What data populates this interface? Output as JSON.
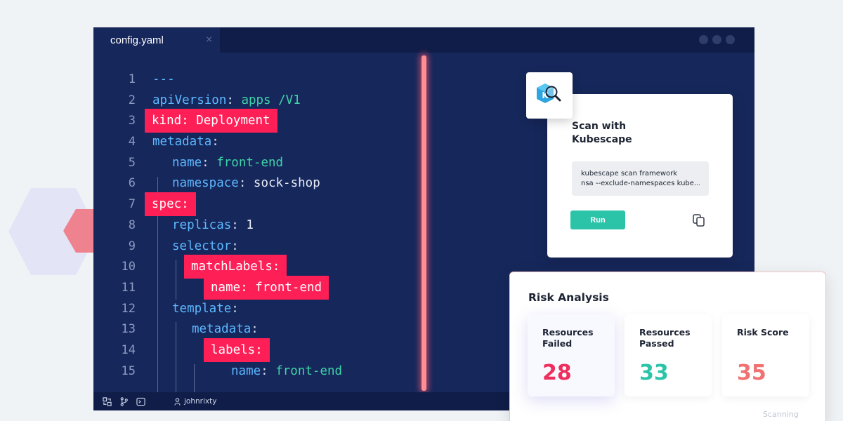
{
  "editor": {
    "tab_title": "config.yaml",
    "close_glyph": "×",
    "lines": [
      {
        "n": "1",
        "indent": 0,
        "hl": false,
        "parts": [
          {
            "t": "---",
            "c": "k"
          }
        ]
      },
      {
        "n": "2",
        "indent": 0,
        "hl": false,
        "parts": [
          {
            "t": "apiVersion",
            "c": "k"
          },
          {
            "t": ": ",
            "c": "p"
          },
          {
            "t": "apps /V1",
            "c": "v"
          }
        ]
      },
      {
        "n": "3",
        "indent": 0,
        "hl": true,
        "parts": [
          {
            "t": "kind",
            "c": "k"
          },
          {
            "t": ": ",
            "c": "p"
          },
          {
            "t": "Deployment",
            "c": "k"
          }
        ]
      },
      {
        "n": "4",
        "indent": 0,
        "hl": false,
        "parts": [
          {
            "t": "metadata",
            "c": "k"
          },
          {
            "t": ":",
            "c": "p"
          }
        ]
      },
      {
        "n": "5",
        "indent": 1,
        "hl": false,
        "parts": [
          {
            "t": "name",
            "c": "k"
          },
          {
            "t": ": ",
            "c": "p"
          },
          {
            "t": "front-end",
            "c": "v"
          }
        ]
      },
      {
        "n": "6",
        "indent": 1,
        "hl": false,
        "parts": [
          {
            "t": "namespace",
            "c": "k"
          },
          {
            "t": ": ",
            "c": "p"
          },
          {
            "t": "sock-shop",
            "c": "vw"
          }
        ]
      },
      {
        "n": "7",
        "indent": 0,
        "hl": true,
        "parts": [
          {
            "t": "spec",
            "c": "k"
          },
          {
            "t": ":",
            "c": "p"
          }
        ]
      },
      {
        "n": "8",
        "indent": 1,
        "hl": false,
        "parts": [
          {
            "t": "replicas",
            "c": "k"
          },
          {
            "t": ": ",
            "c": "p"
          },
          {
            "t": "1",
            "c": "vw"
          }
        ]
      },
      {
        "n": "9",
        "indent": 1,
        "hl": false,
        "parts": [
          {
            "t": "selector",
            "c": "k"
          },
          {
            "t": ":",
            "c": "p"
          }
        ]
      },
      {
        "n": "10",
        "indent": 2,
        "hl": true,
        "parts": [
          {
            "t": "matchLabels",
            "c": "k"
          },
          {
            "t": ":",
            "c": "p"
          }
        ]
      },
      {
        "n": "11",
        "indent": 3,
        "hl": true,
        "parts": [
          {
            "t": "name",
            "c": "k"
          },
          {
            "t": ": ",
            "c": "p"
          },
          {
            "t": "front-end",
            "c": "k"
          }
        ]
      },
      {
        "n": "12",
        "indent": 1,
        "hl": false,
        "parts": [
          {
            "t": "template",
            "c": "k"
          },
          {
            "t": ":",
            "c": "p"
          }
        ]
      },
      {
        "n": "13",
        "indent": 2,
        "hl": false,
        "parts": [
          {
            "t": "metadata",
            "c": "k"
          },
          {
            "t": ":",
            "c": "p"
          }
        ]
      },
      {
        "n": "14",
        "indent": 3,
        "hl": true,
        "parts": [
          {
            "t": "labels",
            "c": "k"
          },
          {
            "t": ":",
            "c": "p"
          }
        ]
      },
      {
        "n": "15",
        "indent": 4,
        "hl": false,
        "parts": [
          {
            "t": "name",
            "c": "k"
          },
          {
            "t": ": ",
            "c": "p"
          },
          {
            "t": "front-end",
            "c": "v"
          }
        ]
      }
    ]
  },
  "statusbar": {
    "icons": [
      "layout-icon",
      "git-branch-icon",
      "terminal-icon"
    ],
    "user": "johnrixty"
  },
  "scan": {
    "title": "Scan with Kubescape",
    "command_line1": "kubescape scan framework",
    "command_line2": "nsa --exclude-namespaces kube...",
    "run_label": "Run",
    "logo_letter": "K"
  },
  "risk": {
    "title": "Risk Analysis",
    "metrics": [
      {
        "label": "Resources Failed",
        "value": "28",
        "color": "#ee2f5e"
      },
      {
        "label": "Resources Passed",
        "value": "33",
        "color": "#2cc4a9"
      },
      {
        "label": "Risk Score",
        "value": "35",
        "color": "#f07272"
      }
    ],
    "scanning_text": "Scanning"
  },
  "colors": {
    "highlight": "#ff1f57",
    "key": "#5db8ff",
    "value": "#3fd4a8",
    "editor_bg": "#16275b",
    "run_button": "#2cc4a9"
  }
}
